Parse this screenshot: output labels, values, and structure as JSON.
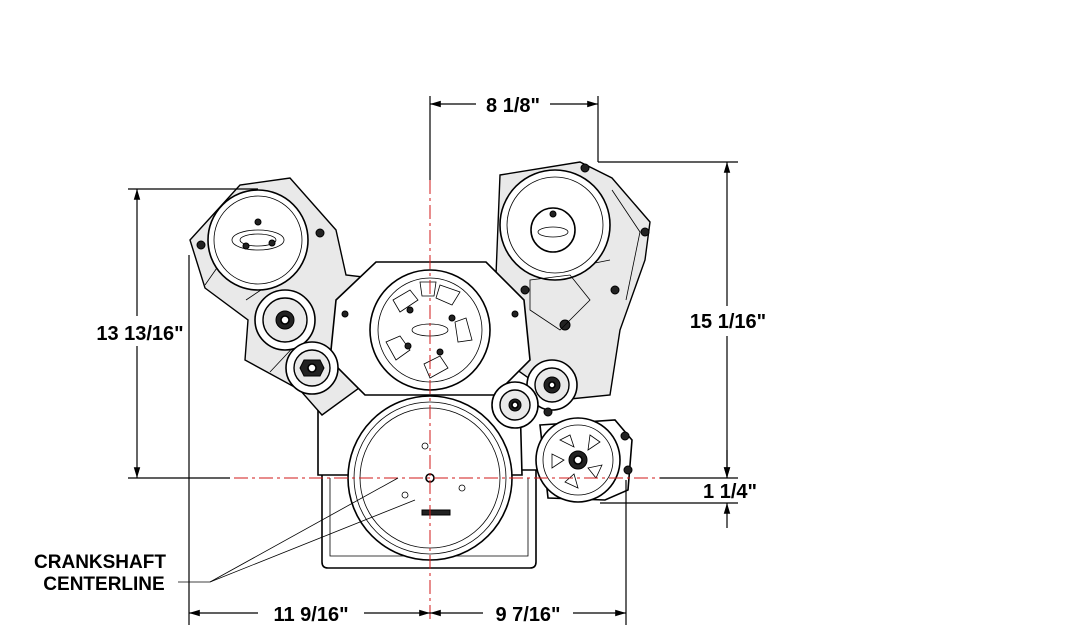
{
  "dimensions": {
    "top_width": "8 1/8\"",
    "left_height": "13 13/16\"",
    "right_height": "15 1/16\"",
    "right_offset": "1 1/4\"",
    "bottom_left": "11 9/16\"",
    "bottom_right": "9 7/16\""
  },
  "labels": {
    "crankshaft_line1": "CRANKSHAFT",
    "crankshaft_line2": "CENTERLINE"
  },
  "colors": {
    "centerline": "#d21a1a",
    "lines": "#000000",
    "shading": "#e9e9e9"
  }
}
